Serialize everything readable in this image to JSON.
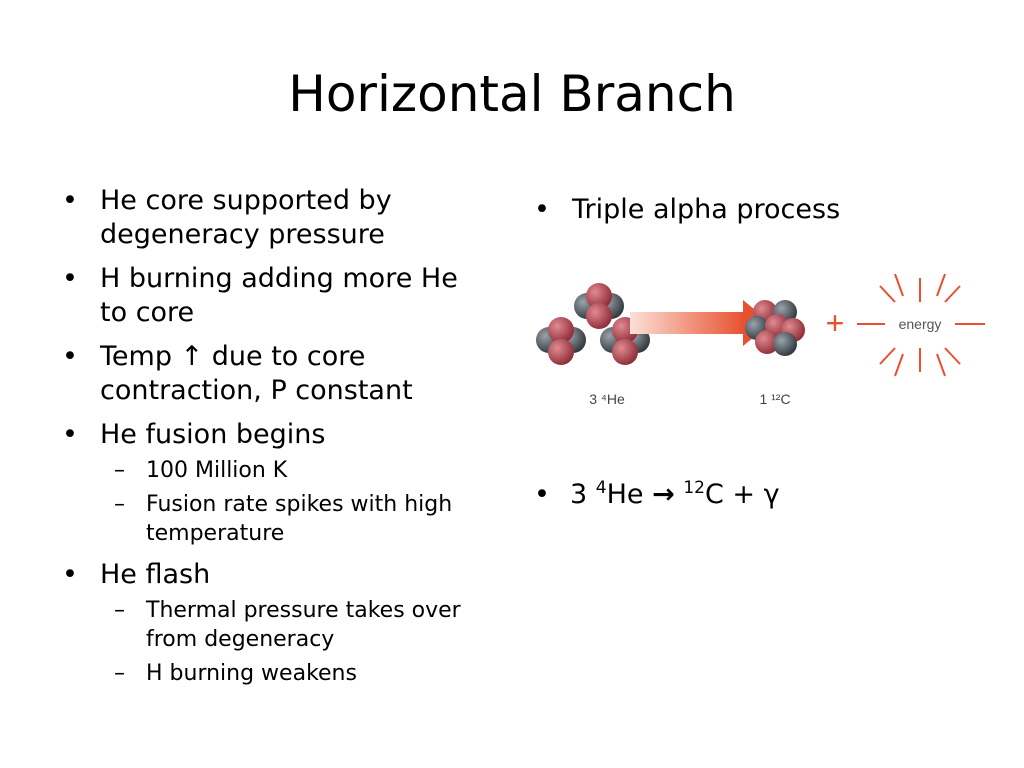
{
  "title": "Horizontal Branch",
  "left_bullets": [
    {
      "text": "He core supported by degeneracy pressure",
      "subs": []
    },
    {
      "text": "H burning adding more He to core",
      "subs": []
    },
    {
      "text": "Temp ↑ due to core contraction, P constant",
      "subs": []
    },
    {
      "text": "He fusion begins",
      "subs": [
        "100 Million K",
        "Fusion rate spikes with high temperature"
      ]
    },
    {
      "text": "He flash",
      "subs": [
        "Thermal pressure takes over from degeneracy",
        "H burning weakens"
      ]
    }
  ],
  "right_bullet": "Triple alpha process",
  "diagram": {
    "label_left": "3 ⁴He",
    "label_right": "1 ¹²C",
    "plus": "+",
    "energy_label": "energy",
    "colors": {
      "proton": "#b3404a",
      "neutron": "#555d66",
      "arrow": "#e8502f"
    }
  },
  "formula": {
    "coef": "3 ",
    "sup1": "4",
    "el1": "He ",
    "arrow": "→",
    "sup2": "12",
    "el2": "C + γ"
  }
}
